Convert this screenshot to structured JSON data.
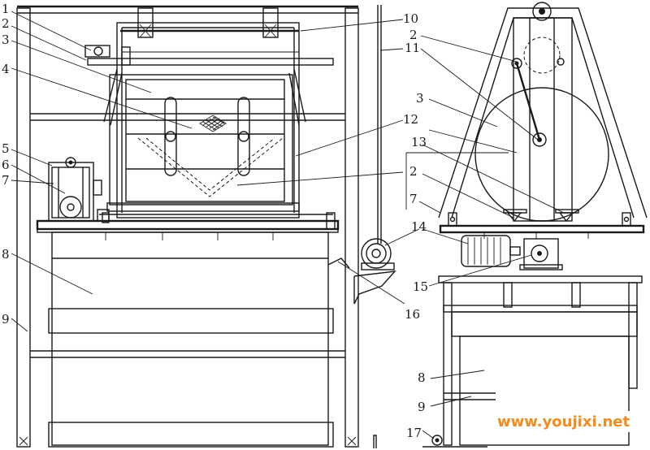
{
  "labels": {
    "l1": "1",
    "l2a": "2",
    "l3a": "3",
    "l4": "4",
    "l5": "5",
    "l6": "6",
    "l7a": "7",
    "l8a": "8",
    "l9a": "9",
    "l10": "10",
    "l11": "11",
    "l12": "12",
    "l13": "13",
    "l2b": "2",
    "l2c": "2",
    "l3b": "3",
    "l7b": "7",
    "l14": "14",
    "l15": "15",
    "l16": "16",
    "l8b": "8",
    "l9b": "9",
    "l17": "17"
  },
  "watermark": {
    "text": "www.youjixi.net",
    "color": "#f28c1e"
  }
}
